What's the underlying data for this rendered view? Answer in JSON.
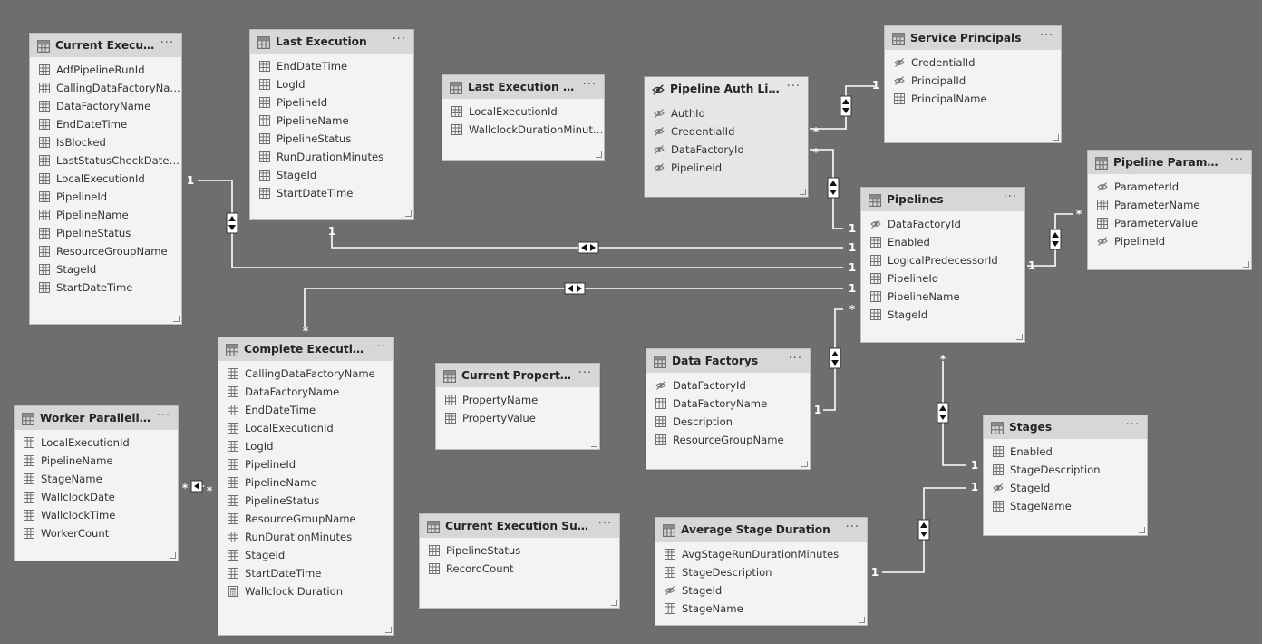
{
  "tables": {
    "current_execution": {
      "title": "Current Execution",
      "icon": "table-icon",
      "fields": [
        {
          "name": "AdfPipelineRunId",
          "icon": "column-icon"
        },
        {
          "name": "CallingDataFactoryName",
          "icon": "column-icon"
        },
        {
          "name": "DataFactoryName",
          "icon": "column-icon"
        },
        {
          "name": "EndDateTime",
          "icon": "column-icon"
        },
        {
          "name": "IsBlocked",
          "icon": "column-icon"
        },
        {
          "name": "LastStatusCheckDateTi...",
          "icon": "column-icon"
        },
        {
          "name": "LocalExecutionId",
          "icon": "column-icon"
        },
        {
          "name": "PipelineId",
          "icon": "column-icon"
        },
        {
          "name": "PipelineName",
          "icon": "column-icon"
        },
        {
          "name": "PipelineStatus",
          "icon": "column-icon"
        },
        {
          "name": "ResourceGroupName",
          "icon": "column-icon"
        },
        {
          "name": "StageId",
          "icon": "column-icon"
        },
        {
          "name": "StartDateTime",
          "icon": "column-icon"
        }
      ]
    },
    "last_execution": {
      "title": "Last Execution",
      "icon": "table-icon",
      "fields": [
        {
          "name": "EndDateTime",
          "icon": "column-icon"
        },
        {
          "name": "LogId",
          "icon": "column-icon"
        },
        {
          "name": "PipelineId",
          "icon": "column-icon"
        },
        {
          "name": "PipelineName",
          "icon": "column-icon"
        },
        {
          "name": "PipelineStatus",
          "icon": "column-icon"
        },
        {
          "name": "RunDurationMinutes",
          "icon": "column-icon"
        },
        {
          "name": "StageId",
          "icon": "column-icon"
        },
        {
          "name": "StartDateTime",
          "icon": "column-icon"
        }
      ]
    },
    "last_execution_summary": {
      "title": "Last Execution Sum...",
      "icon": "table-icon",
      "fields": [
        {
          "name": "LocalExecutionId",
          "icon": "column-icon"
        },
        {
          "name": "WallclockDurationMinutes",
          "icon": "column-icon"
        }
      ]
    },
    "pipeline_auth_link": {
      "title": "Pipeline Auth Link",
      "icon": "hidden-table-icon",
      "fields": [
        {
          "name": "AuthId",
          "icon": "hidden-column-icon"
        },
        {
          "name": "CredentialId",
          "icon": "hidden-column-icon"
        },
        {
          "name": "DataFactoryId",
          "icon": "hidden-column-icon"
        },
        {
          "name": "PipelineId",
          "icon": "hidden-column-icon"
        }
      ]
    },
    "service_principals": {
      "title": "Service Principals",
      "icon": "table-icon",
      "fields": [
        {
          "name": "CredentialId",
          "icon": "hidden-column-icon"
        },
        {
          "name": "PrincipalId",
          "icon": "hidden-column-icon"
        },
        {
          "name": "PrincipalName",
          "icon": "column-icon"
        }
      ]
    },
    "pipeline_parameters": {
      "title": "Pipeline Parameters",
      "icon": "table-icon",
      "fields": [
        {
          "name": "ParameterId",
          "icon": "hidden-column-icon"
        },
        {
          "name": "ParameterName",
          "icon": "column-icon"
        },
        {
          "name": "ParameterValue",
          "icon": "column-icon"
        },
        {
          "name": "PipelineId",
          "icon": "hidden-column-icon"
        }
      ]
    },
    "pipelines": {
      "title": "Pipelines",
      "icon": "table-icon",
      "fields": [
        {
          "name": "DataFactoryId",
          "icon": "hidden-column-icon"
        },
        {
          "name": "Enabled",
          "icon": "column-icon"
        },
        {
          "name": "LogicalPredecessorId",
          "icon": "column-icon"
        },
        {
          "name": "PipelineId",
          "icon": "column-icon"
        },
        {
          "name": "PipelineName",
          "icon": "column-icon"
        },
        {
          "name": "StageId",
          "icon": "column-icon"
        }
      ]
    },
    "complete_execution_log": {
      "title": "Complete Execution Log",
      "icon": "table-icon",
      "fields": [
        {
          "name": "CallingDataFactoryName",
          "icon": "column-icon"
        },
        {
          "name": "DataFactoryName",
          "icon": "column-icon"
        },
        {
          "name": "EndDateTime",
          "icon": "column-icon"
        },
        {
          "name": "LocalExecutionId",
          "icon": "column-icon"
        },
        {
          "name": "LogId",
          "icon": "column-icon"
        },
        {
          "name": "PipelineId",
          "icon": "column-icon"
        },
        {
          "name": "PipelineName",
          "icon": "column-icon"
        },
        {
          "name": "PipelineStatus",
          "icon": "column-icon"
        },
        {
          "name": "ResourceGroupName",
          "icon": "column-icon"
        },
        {
          "name": "RunDurationMinutes",
          "icon": "column-icon"
        },
        {
          "name": "StageId",
          "icon": "column-icon"
        },
        {
          "name": "StartDateTime",
          "icon": "column-icon"
        },
        {
          "name": "Wallclock Duration",
          "icon": "measure-icon"
        }
      ]
    },
    "current_properties": {
      "title": "Current Properties",
      "icon": "table-icon",
      "fields": [
        {
          "name": "PropertyName",
          "icon": "column-icon"
        },
        {
          "name": "PropertyValue",
          "icon": "column-icon"
        }
      ]
    },
    "data_factorys": {
      "title": "Data Factorys",
      "icon": "table-icon",
      "fields": [
        {
          "name": "DataFactoryId",
          "icon": "hidden-column-icon"
        },
        {
          "name": "DataFactoryName",
          "icon": "column-icon"
        },
        {
          "name": "Description",
          "icon": "column-icon"
        },
        {
          "name": "ResourceGroupName",
          "icon": "column-icon"
        }
      ]
    },
    "worker_parallelism": {
      "title": "Worker Parallelism",
      "icon": "table-icon",
      "fields": [
        {
          "name": "LocalExecutionId",
          "icon": "column-icon"
        },
        {
          "name": "PipelineName",
          "icon": "column-icon"
        },
        {
          "name": "StageName",
          "icon": "column-icon"
        },
        {
          "name": "WallclockDate",
          "icon": "column-icon"
        },
        {
          "name": "WallclockTime",
          "icon": "column-icon"
        },
        {
          "name": "WorkerCount",
          "icon": "column-icon"
        }
      ]
    },
    "stages": {
      "title": "Stages",
      "icon": "table-icon",
      "fields": [
        {
          "name": "Enabled",
          "icon": "column-icon"
        },
        {
          "name": "StageDescription",
          "icon": "column-icon"
        },
        {
          "name": "StageId",
          "icon": "hidden-column-icon"
        },
        {
          "name": "StageName",
          "icon": "column-icon"
        }
      ]
    },
    "current_execution_summary": {
      "title": "Current Execution Summary",
      "icon": "table-icon",
      "fields": [
        {
          "name": "PipelineStatus",
          "icon": "column-icon"
        },
        {
          "name": "RecordCount",
          "icon": "column-icon"
        }
      ]
    },
    "average_stage_duration": {
      "title": "Average Stage Duration",
      "icon": "table-icon",
      "fields": [
        {
          "name": "AvgStageRunDurationMinutes",
          "icon": "column-icon"
        },
        {
          "name": "StageDescription",
          "icon": "column-icon"
        },
        {
          "name": "StageId",
          "icon": "hidden-column-icon"
        },
        {
          "name": "StageName",
          "icon": "column-icon"
        }
      ]
    }
  },
  "more_label": "···",
  "relationships": [
    {
      "from": "Service Principals",
      "to": "Pipeline Auth Link",
      "labels": [
        "1",
        "*"
      ],
      "direction": "both"
    },
    {
      "from": "Pipeline Auth Link",
      "to": "Pipelines",
      "labels": [
        "*",
        "1"
      ],
      "direction": "both"
    },
    {
      "from": "Pipeline Parameters",
      "to": "Pipelines",
      "labels": [
        "*",
        "1"
      ],
      "direction": "both"
    },
    {
      "from": "Last Execution",
      "to": "Pipelines",
      "labels": [
        "1",
        "1"
      ],
      "direction": "both"
    },
    {
      "from": "Current Execution",
      "to": "Pipelines",
      "labels": [
        "1",
        "1"
      ],
      "direction": "both"
    },
    {
      "from": "Complete Execution Log",
      "to": "Pipelines",
      "labels": [
        "*",
        "1"
      ],
      "direction": "both"
    },
    {
      "from": "Data Factorys",
      "to": "Pipelines",
      "labels": [
        "1",
        "*"
      ],
      "direction": "both"
    },
    {
      "from": "Pipelines",
      "to": "Stages",
      "labels": [
        "*",
        "1"
      ],
      "direction": "both"
    },
    {
      "from": "Average Stage Duration",
      "to": "Stages",
      "labels": [
        "1",
        "1"
      ],
      "direction": "both"
    },
    {
      "from": "Worker Parallelism",
      "to": "Complete Execution Log",
      "labels": [
        "*",
        "*"
      ],
      "direction": "single"
    }
  ],
  "colors": {
    "canvas": "#6e6e6e",
    "card": "#f3f3f3",
    "header": "#d7d7d7",
    "line": "#ffffff"
  }
}
